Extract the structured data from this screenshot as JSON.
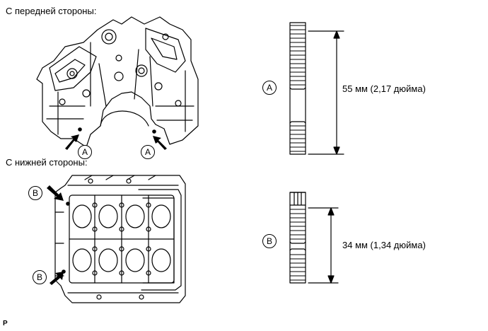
{
  "views": {
    "front_label": "С передней стороны:",
    "bottom_label": "С нижней стороны:"
  },
  "markers": {
    "a": "A",
    "b": "B"
  },
  "studs": [
    {
      "marker": "A",
      "length": "55 мм (2,17 дюйма)"
    },
    {
      "marker": "B",
      "length": "34 мм (1,34 дюйма)"
    }
  ],
  "footer": {
    "code": "P"
  }
}
